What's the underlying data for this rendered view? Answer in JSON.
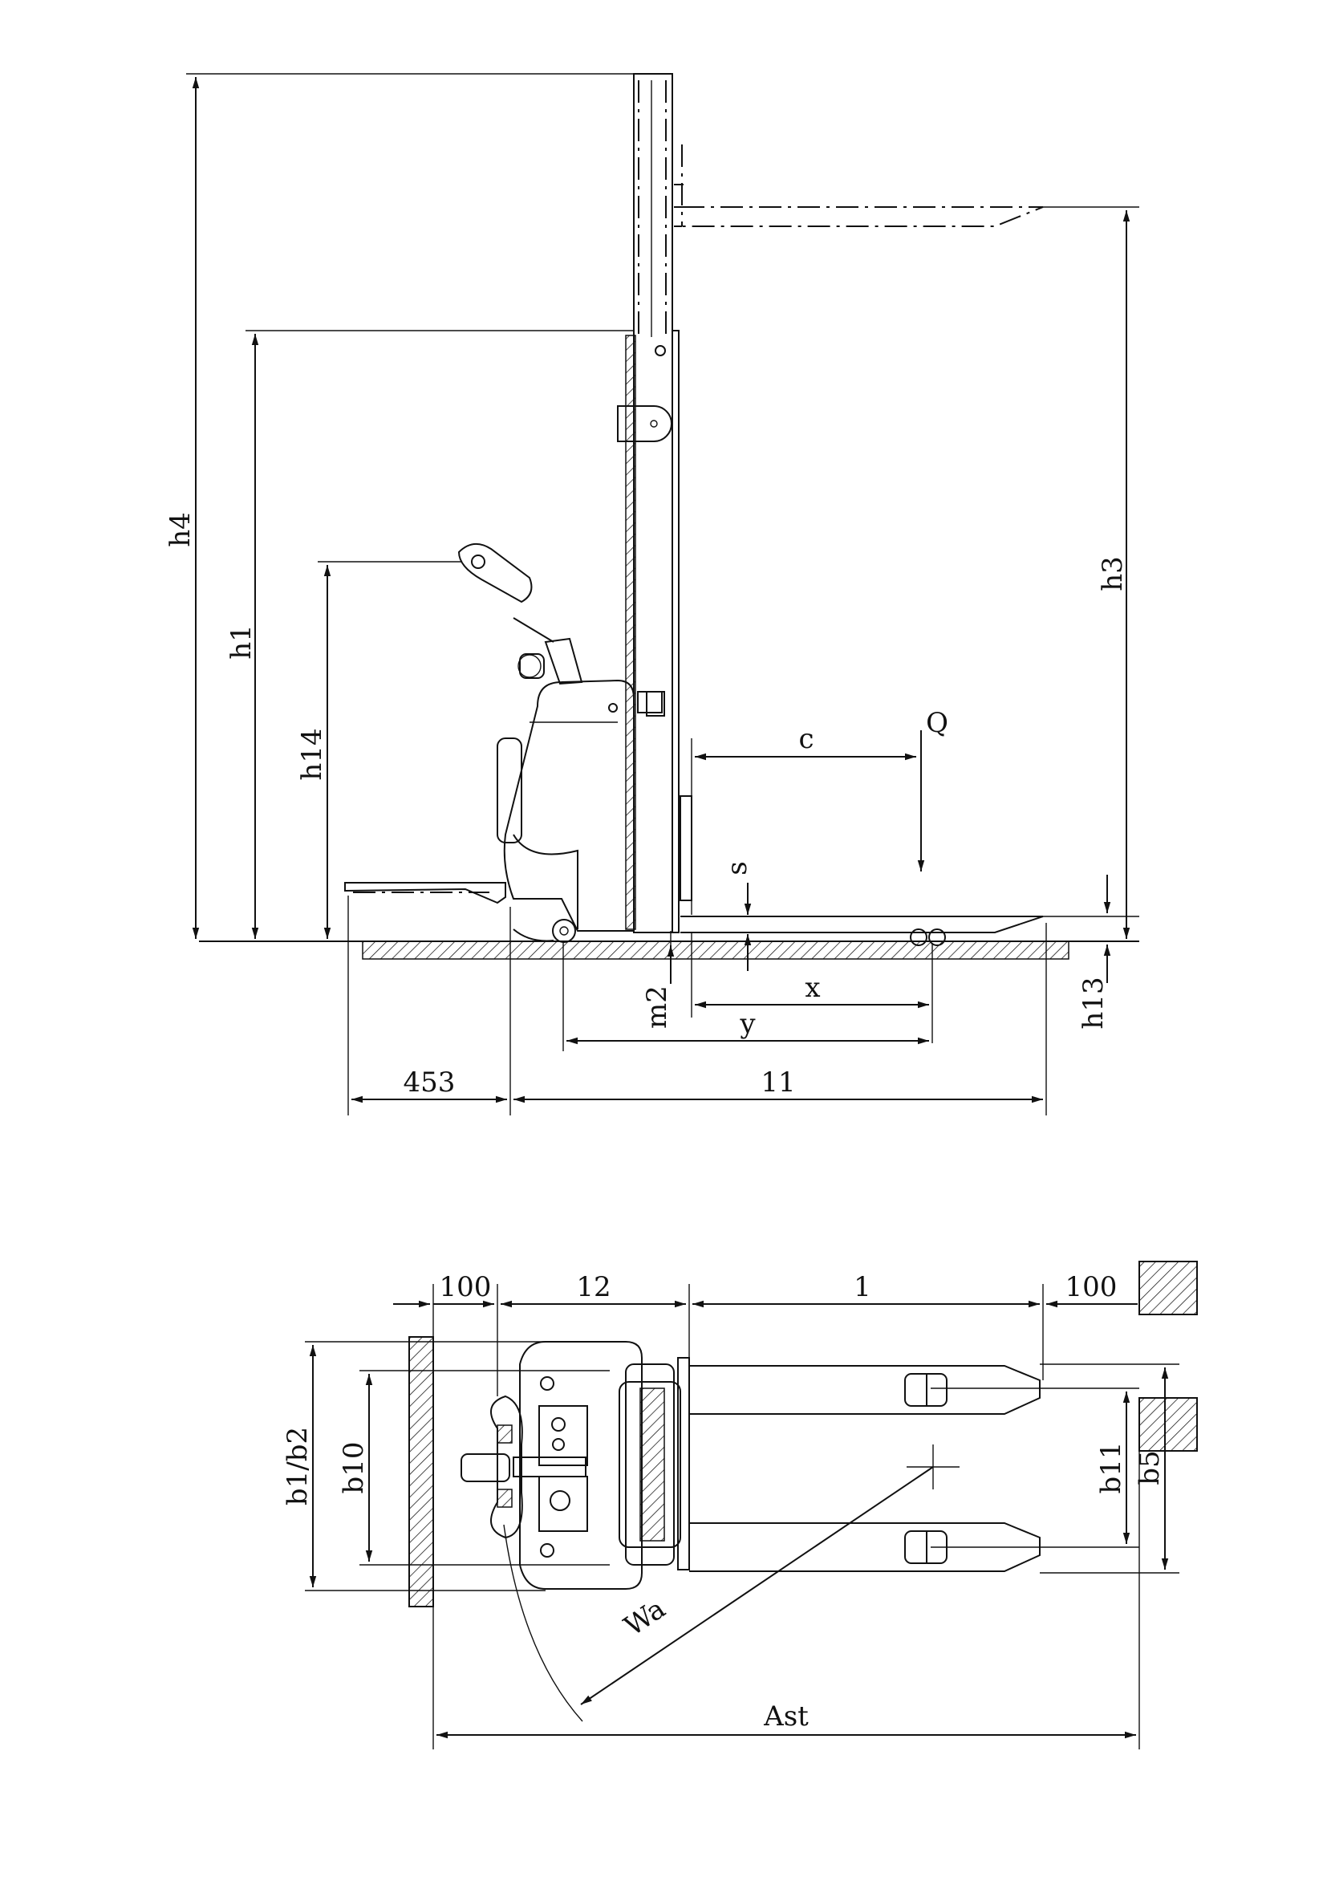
{
  "side_view": {
    "labels": {
      "h4": "h4",
      "h1": "h1",
      "h14": "h14",
      "h3": "h3",
      "c": "c",
      "Q": "Q",
      "s": "s",
      "m2": "m2",
      "x": "x",
      "y": "y",
      "h13": "h13",
      "d453": "453",
      "l1_part": "11"
    }
  },
  "top_view": {
    "labels": {
      "d100_left": "100",
      "d12": "12",
      "d1": "1",
      "d100_right": "100",
      "b1b2": "b1/b2",
      "b10": "b10",
      "b11": "b11",
      "b5": "b5",
      "Wa": "Wa",
      "Ast": "Ast"
    }
  }
}
